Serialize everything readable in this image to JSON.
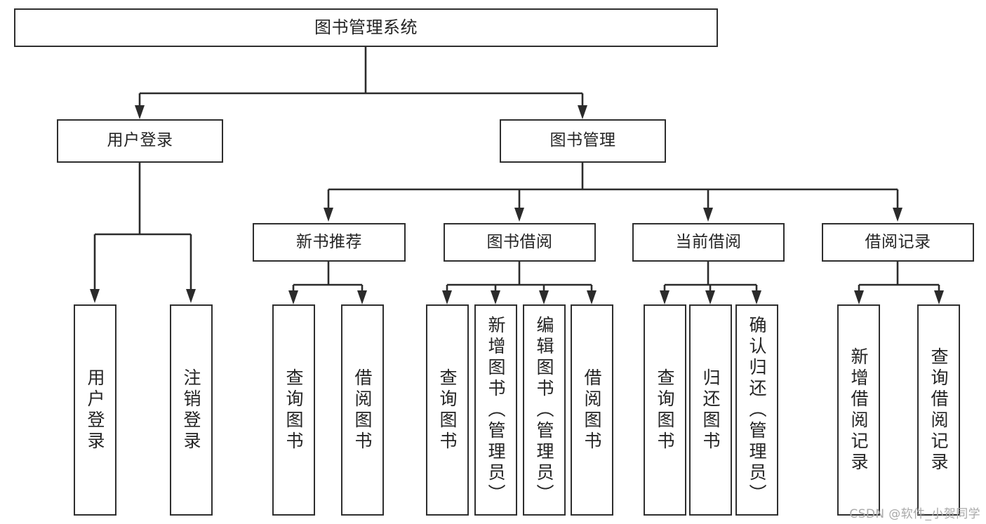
{
  "diagram": {
    "title": "图书管理系统",
    "type": "tree-hierarchy-diagram",
    "colors": {
      "stroke": "#2f2f2f",
      "box_fill": "#ffffff",
      "text": "#242424",
      "canvas": "#ffffff",
      "watermark": "#a9a9a9"
    },
    "root": {
      "label": "图书管理系统"
    },
    "level2": [
      {
        "label": "用户登录"
      },
      {
        "label": "图书管理"
      }
    ],
    "level3": [
      {
        "label": "新书推荐"
      },
      {
        "label": "图书借阅"
      },
      {
        "label": "当前借阅"
      },
      {
        "label": "借阅记录"
      }
    ],
    "leaves": {
      "user_login": [
        {
          "label": "用户登录"
        },
        {
          "label": "注销登录"
        }
      ],
      "new_book_recommend": [
        {
          "label": "查询图书"
        },
        {
          "label": "借阅图书"
        }
      ],
      "book_borrow": [
        {
          "label": "查询图书"
        },
        {
          "label": "新增图书（管理员）"
        },
        {
          "label": "编辑图书（管理员）"
        },
        {
          "label": "借阅图书"
        }
      ],
      "current_borrow": [
        {
          "label": "查询图书"
        },
        {
          "label": "归还图书"
        },
        {
          "label": "确认归还（管理员）"
        }
      ],
      "borrow_record": [
        {
          "label": "新增借阅记录"
        },
        {
          "label": "查询借阅记录"
        }
      ]
    }
  },
  "watermark": {
    "text": "CSDN @软件_小贺同学"
  }
}
